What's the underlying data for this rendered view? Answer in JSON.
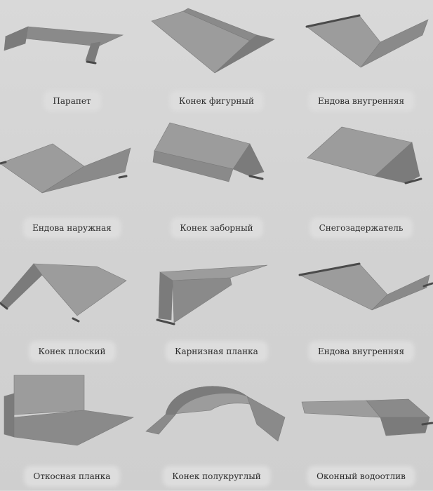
{
  "colors": {
    "background": "#d6d6d6",
    "metal_light": "#9c9c9c",
    "metal_mid": "#8a8a8a",
    "metal_dark": "#7b7b7b",
    "label_bg": "#dddddd",
    "label_text": "#2c2c2c"
  },
  "products": [
    {
      "name": "Парапет",
      "icon": "parapet-icon"
    },
    {
      "name": "Конек фигурный",
      "icon": "figured-ridge-icon"
    },
    {
      "name": "Ендова внугренняя",
      "icon": "inner-valley-icon"
    },
    {
      "name": "Ендова наружная",
      "icon": "outer-valley-icon"
    },
    {
      "name": "Конек заборный",
      "icon": "fence-ridge-icon"
    },
    {
      "name": "Снегозадержатель",
      "icon": "snow-guard-icon"
    },
    {
      "name": "Конек плоский",
      "icon": "flat-ridge-icon"
    },
    {
      "name": "Карнизная планка",
      "icon": "eaves-strip-icon"
    },
    {
      "name": "Ендова внугренняя",
      "icon": "inner-valley-icon-2"
    },
    {
      "name": "Откосная планка",
      "icon": "slope-strip-icon"
    },
    {
      "name": "Конек полукруглый",
      "icon": "round-ridge-icon"
    },
    {
      "name": "Оконный водоотлив",
      "icon": "window-drip-icon"
    }
  ]
}
